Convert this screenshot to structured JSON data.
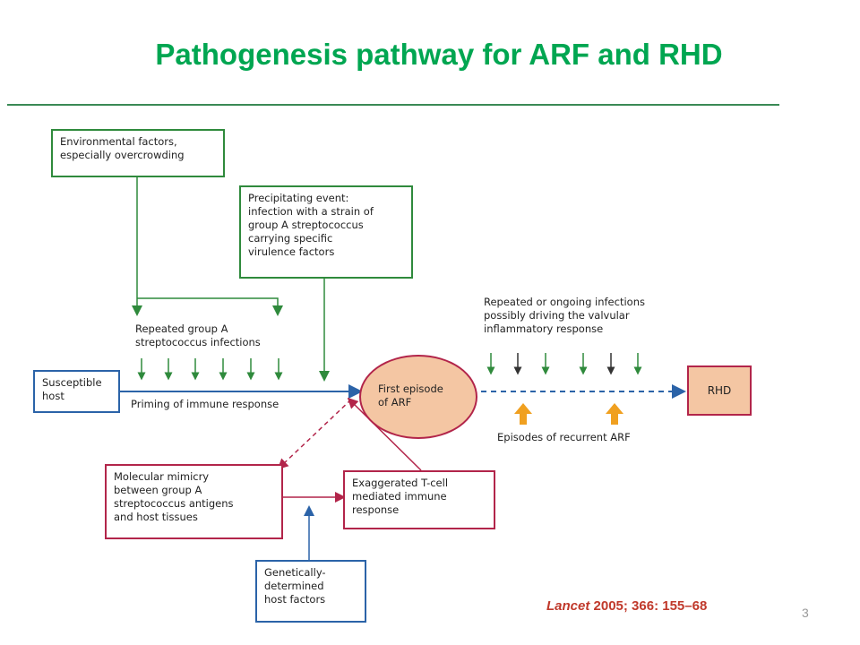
{
  "title": "Pathogenesis pathway for ARF and RHD",
  "nodes": {
    "environmental": "Environmental factors,\nespecially overcrowding",
    "precipitating": "Precipitating event:\ninfection with a strain of\ngroup A streptococcus\ncarrying specific\nvirulence factors",
    "repeated_group_a": "Repeated group A\nstreptococcus infections",
    "susceptible_host": "Susceptible\nhost",
    "priming": "Priming of immune response",
    "first_episode": "First episode\nof ARF",
    "repeated_ongoing": "Repeated or ongoing infections\npossibly driving the valvular\ninflammatory response",
    "rhd": "RHD",
    "recurrent": "Episodes of recurrent ARF",
    "molecular_mimicry": "Molecular mimicry\nbetween group A\nstreptococcus antigens\nand host tissues",
    "exaggerated": "Exaggerated T-cell\nmediated immune\nresponse",
    "genetic": "Genetically-\ndetermined\nhost factors"
  },
  "citation": {
    "journal": "Lancet",
    "details": " 2005; 366: 155–68"
  },
  "page_number": "3",
  "colors": {
    "title": "#00a651",
    "green": "#2f8a3c",
    "blue": "#2b63a8",
    "red": "#b2254a",
    "orange": "#f0a020",
    "fill": "#f4c6a3"
  }
}
